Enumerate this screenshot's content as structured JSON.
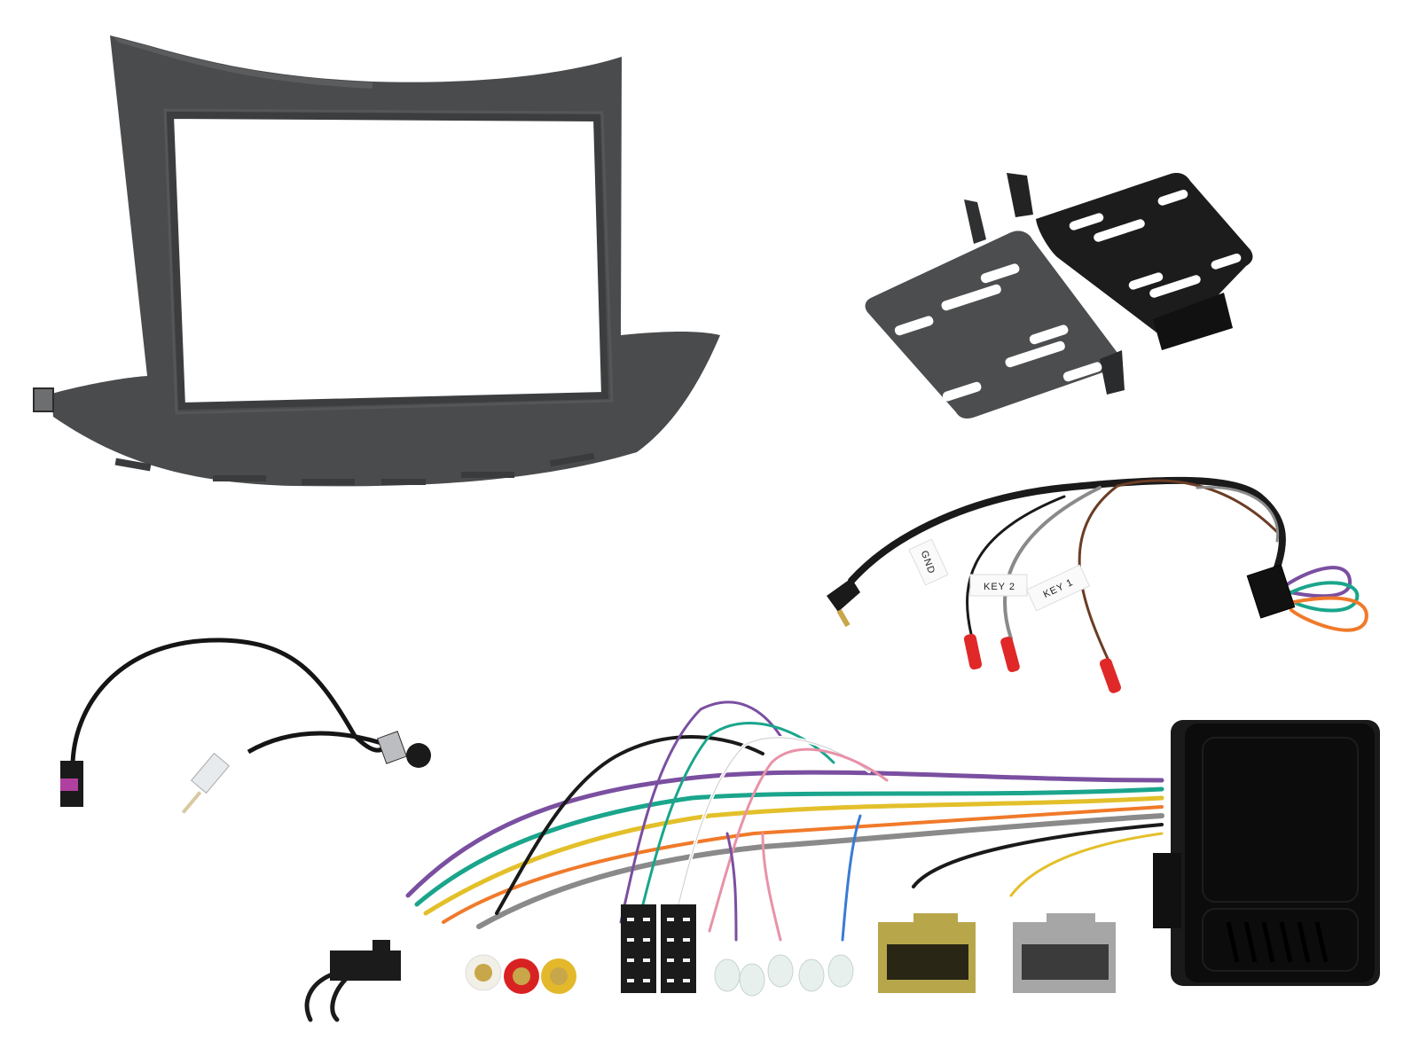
{
  "image": {
    "description": "Car stereo double-DIN fitting kit product photo on white background",
    "background": "#ffffff"
  },
  "components": {
    "fascia_panel": {
      "label": "double-din-fascia-panel",
      "color": "#4a4b4d"
    },
    "mounting_brackets": {
      "label": "side-mounting-brackets",
      "color_left": "#4b4d4e",
      "color_right": "#1c1c1c"
    },
    "steering_interface_lead": {
      "label": "steering-control-patch-lead",
      "tags": [
        "GND",
        "KEY 2",
        "KEY 1"
      ],
      "wire_colors": [
        "#1a1a1a",
        "#8a8a8a",
        "#6b3d25",
        "#7a4fa0",
        "#1aa58c",
        "#f07a2a"
      ],
      "connector_tip_color": "#e02828"
    },
    "antenna_adapter": {
      "label": "antenna-adapter-cable",
      "fakra_color": "#b040a0",
      "cable_color": "#151515"
    },
    "wiring_harness": {
      "label": "stereo-wiring-harness",
      "rca_colors": [
        "#f2efe6",
        "#d82222",
        "#e3b82a"
      ],
      "connector_colors": [
        "#1b1b1b",
        "#b8a64a",
        "#a6a6a6"
      ],
      "wire_colors": [
        "#7a4fa0",
        "#1aa58c",
        "#e3c02a",
        "#f07a2a",
        "#e892a8",
        "#3a7bd5",
        "#8a8a8a",
        "#1a1a1a",
        "#ffffff"
      ]
    },
    "interface_module": {
      "label": "steering-control-interface-box",
      "color": "#0c0c0c"
    }
  }
}
